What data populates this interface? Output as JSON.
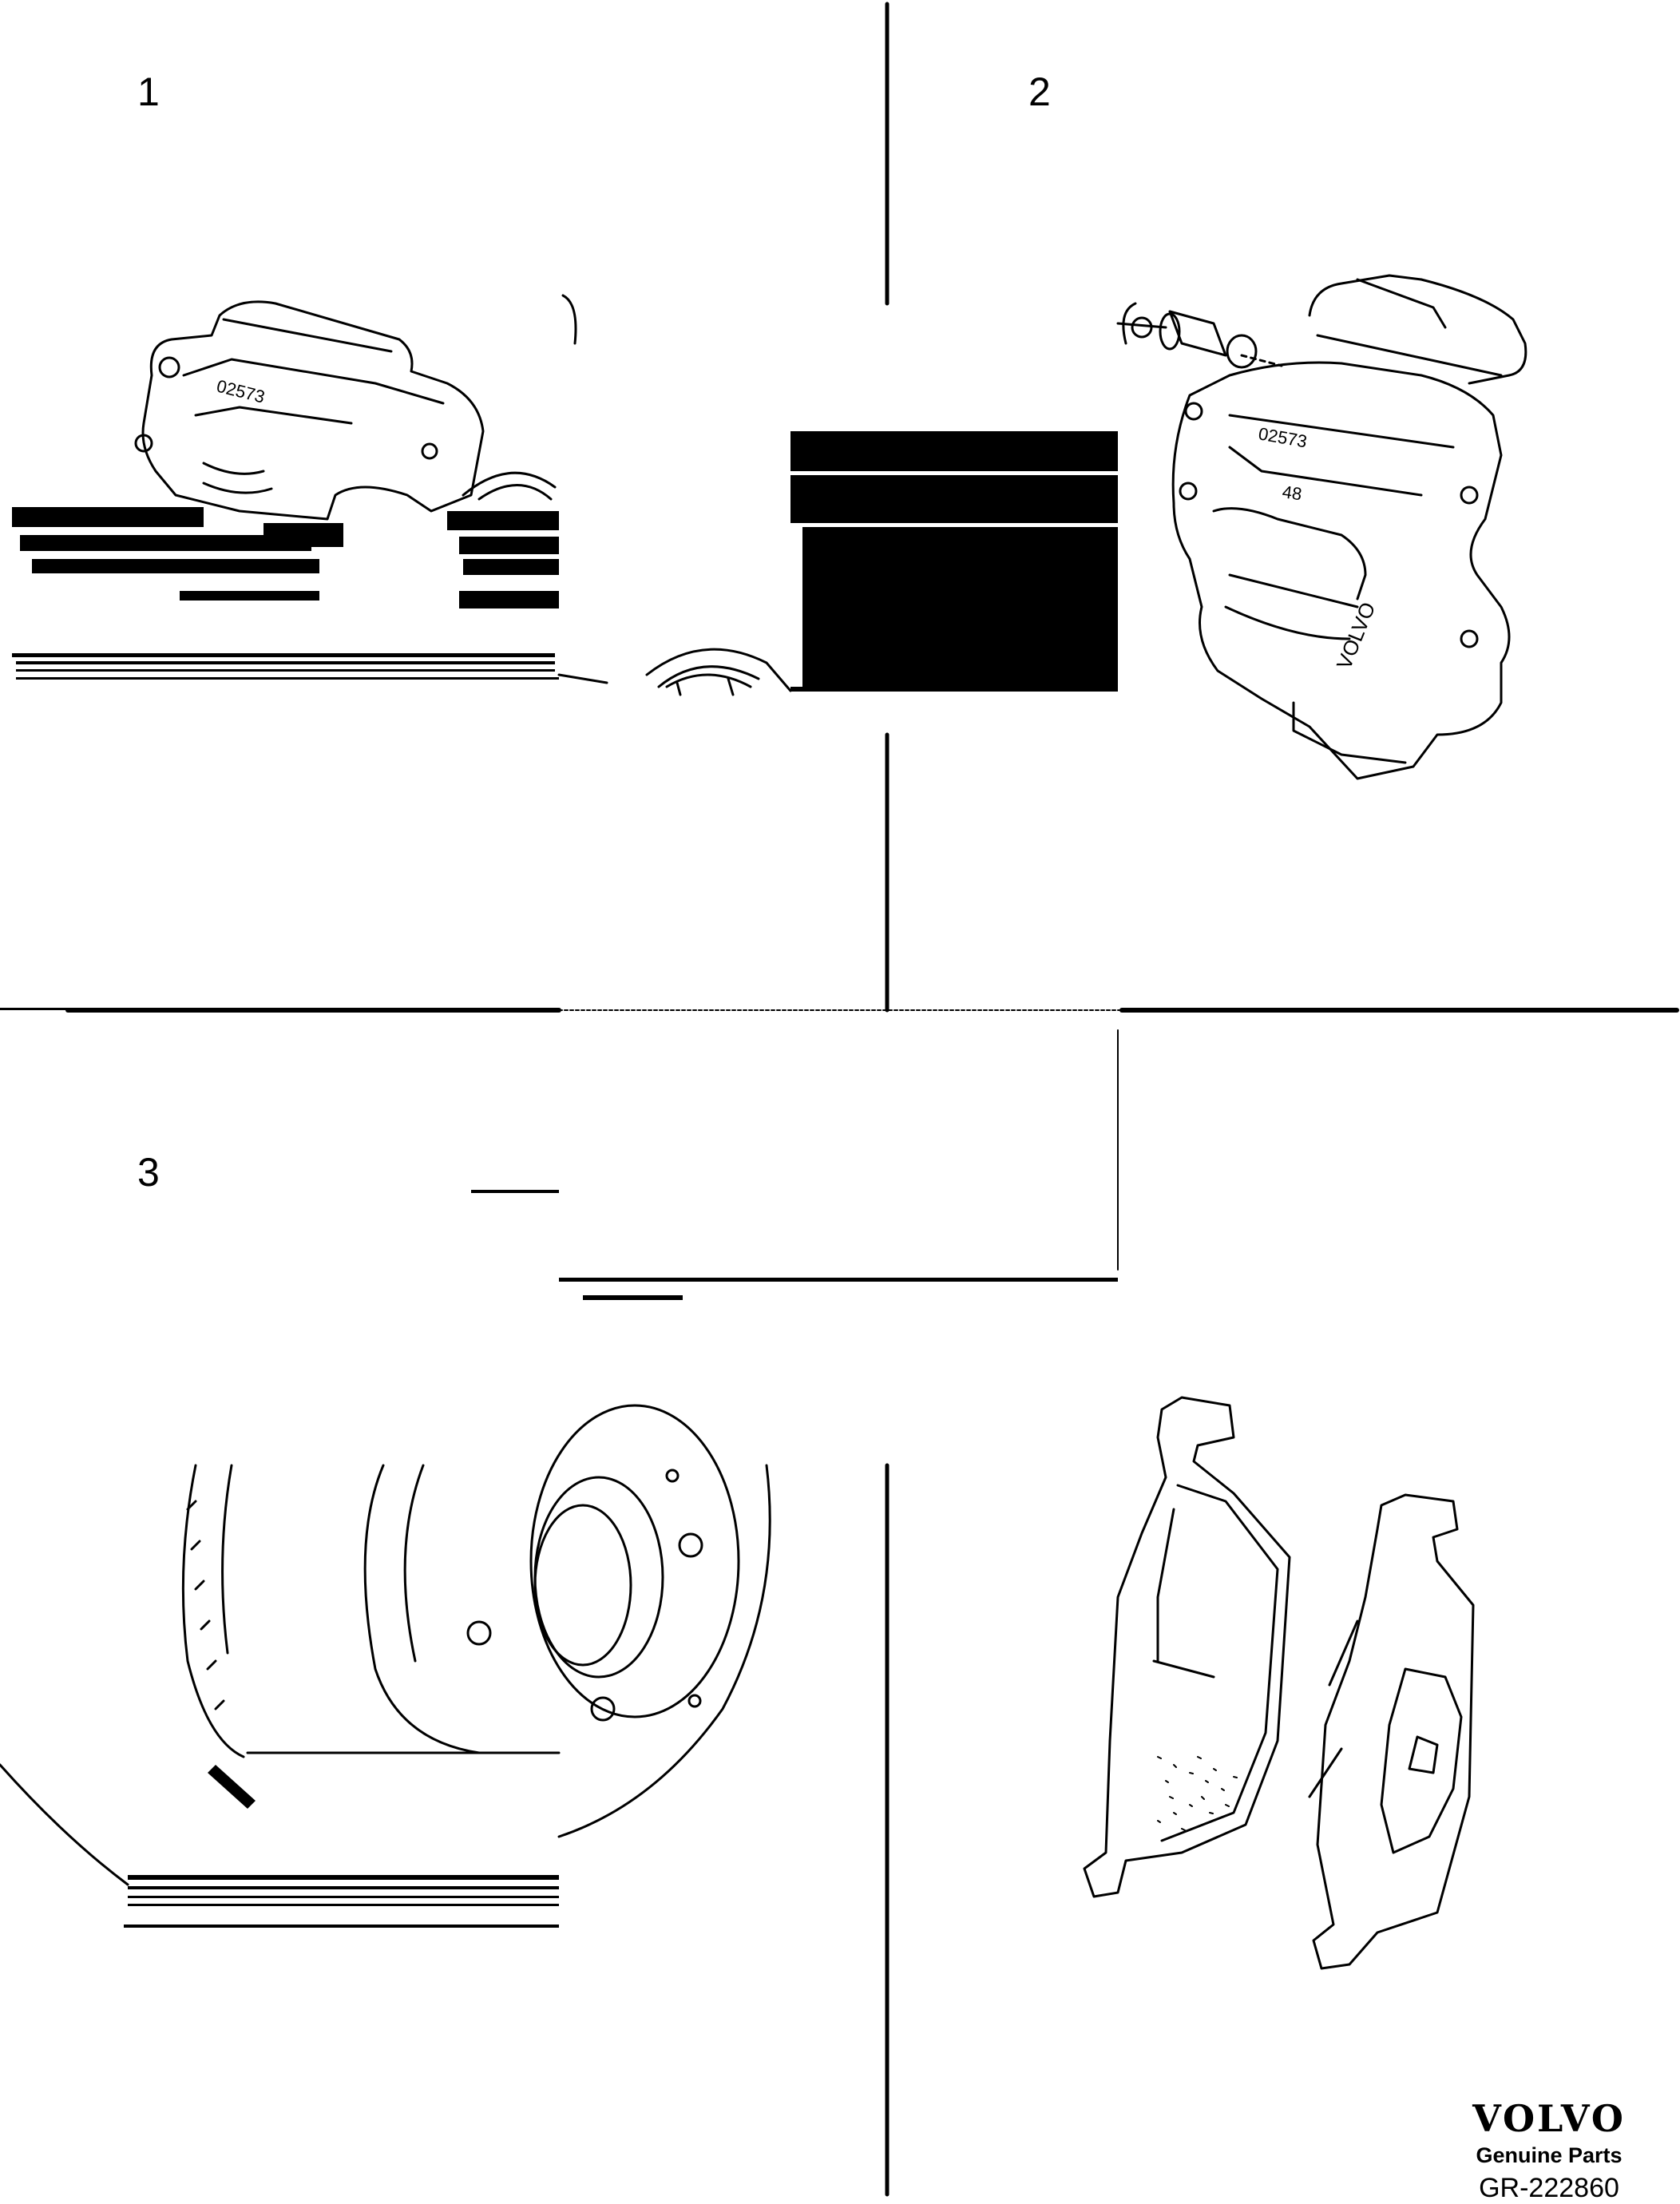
{
  "panels": [
    {
      "number": "1"
    },
    {
      "number": "2"
    },
    {
      "number": "3"
    }
  ],
  "brand": {
    "wordmark": "VOLVO",
    "subtitle": "Genuine Parts",
    "code": "GR-222860"
  },
  "caliper_markings": {
    "code_text": "02573",
    "brand_text": "VOLVO",
    "size_text": "48"
  },
  "colors": {
    "ink": "#000000",
    "paper": "#ffffff"
  }
}
